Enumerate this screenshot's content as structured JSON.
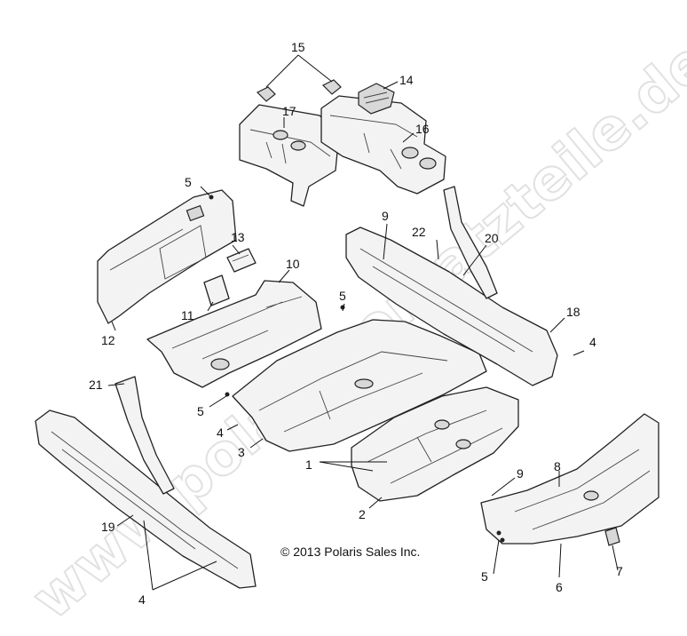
{
  "diagram": {
    "copyright": "© 2013 Polaris Sales Inc.",
    "watermark": "www.polaris-ersatzteile.de",
    "callouts": [
      "15",
      "14",
      "17",
      "16",
      "5",
      "9",
      "22",
      "20",
      "13",
      "10",
      "12",
      "11",
      "5",
      "18",
      "4",
      "21",
      "5",
      "4",
      "3",
      "1",
      "9",
      "8",
      "2",
      "19",
      "5",
      "7",
      "6",
      "4"
    ]
  }
}
